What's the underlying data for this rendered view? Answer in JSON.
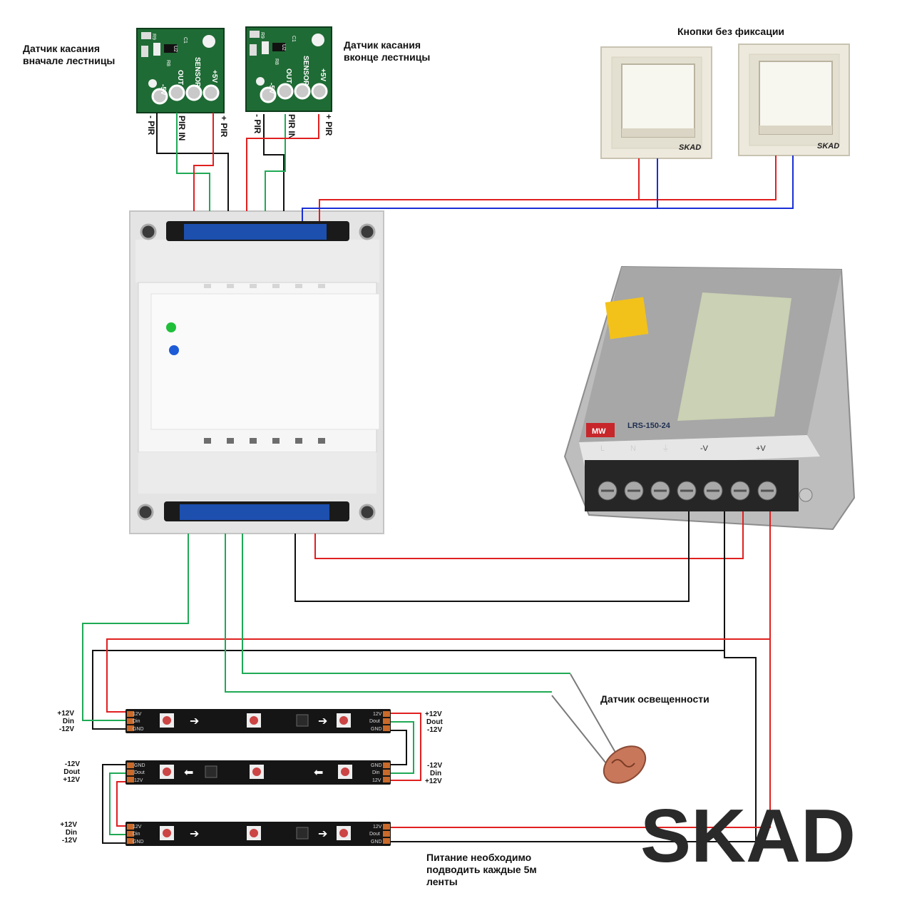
{
  "captions": {
    "sensor_start": "Датчик касания\nвначале лестницы",
    "sensor_end": "Датчик касания\nвконце лестницы",
    "buttons": "Кнопки без фиксации",
    "light_sensor": "Датчик освещенности",
    "power_note": "Питание необходимо\nподводить каждые 5м\nленты"
  },
  "brand_logo": "SKAD",
  "button_brand": "SKAD",
  "sensor_board": {
    "pins": [
      "-5V",
      "OUT",
      "SENSOR",
      "+5V"
    ],
    "parts": [
      "R9",
      "R8",
      "U2",
      "C1"
    ],
    "wire_labels": [
      "- PIR",
      "PIR IN",
      "+ PIR"
    ]
  },
  "psu": {
    "brand": "MW",
    "model": "LRS-150-24",
    "terminals": [
      "L",
      "N",
      "⏚",
      "-V",
      "-V",
      "+V",
      "+V"
    ],
    "group_labels": [
      "-V",
      "+V"
    ]
  },
  "strip_1": {
    "left_labels": [
      "+12V",
      "Din",
      "-12V"
    ],
    "right_labels": [
      "+12V",
      "Dout",
      "-12V"
    ],
    "pads_left": [
      "12V",
      "Din",
      "GND"
    ],
    "pads_right": [
      "12V",
      "Dout",
      "GND"
    ]
  },
  "strip_2": {
    "left_labels": [
      "-12V",
      "Dout",
      "+12V"
    ],
    "right_labels": [
      "-12V",
      "Din",
      "+12V"
    ],
    "pads_left": [
      "GND",
      "Dout",
      "12V"
    ],
    "pads_right": [
      "GND",
      "Din",
      "12V"
    ]
  },
  "strip_3": {
    "left_labels": [
      "+12V",
      "Din",
      "-12V"
    ],
    "pads_left": [
      "12V",
      "Din",
      "GND"
    ],
    "pads_right": [
      "12V",
      "Dout",
      "GND"
    ]
  },
  "colors": {
    "red": "#e02020",
    "black": "#111111",
    "green": "#1faa55",
    "blue": "#1a2fd6",
    "pcb": "#1f6b35",
    "strip": "#151515",
    "logo": "#2a2a2a"
  },
  "icons": [
    "arrow-right-icon",
    "arrow-left-icon",
    "led-chip-icon",
    "photoresistor-icon",
    "screw-terminal-icon"
  ]
}
